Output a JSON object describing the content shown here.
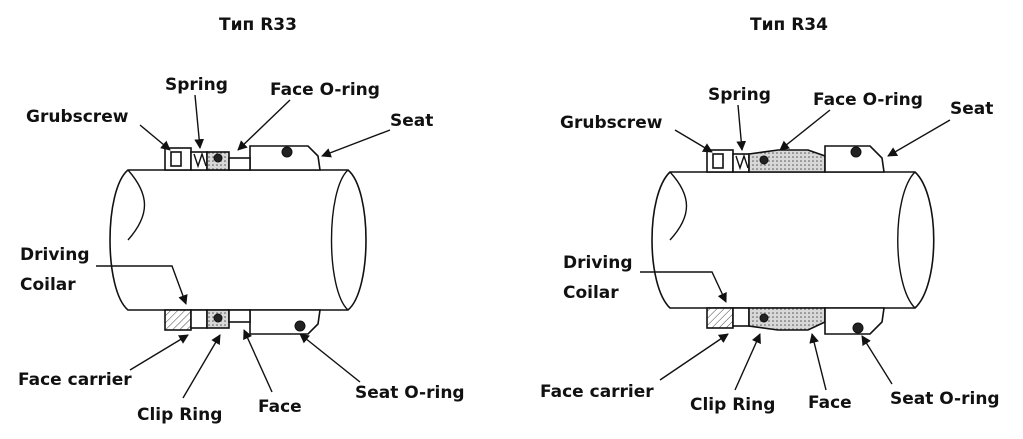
{
  "diagram_r33": {
    "title": "Тип R33",
    "labels": {
      "spring": "Spring",
      "face_oring": "Face O-ring",
      "grubscrew": "Grubscrew",
      "seat": "Seat",
      "driving": "Driving",
      "coilar": "Coilar",
      "face_carrier": "Face carrier",
      "clip_ring": "Clip Ring",
      "face": "Face",
      "seat_oring": "Seat O-ring"
    }
  },
  "diagram_r34": {
    "title": "Тип R34",
    "labels": {
      "spring": "Spring",
      "face_oring": "Face O-ring",
      "grubscrew": "Grubscrew",
      "seat": "Seat",
      "driving": "Driving",
      "coilar": "Coilar",
      "face_carrier": "Face carrier",
      "clip_ring": "Clip Ring",
      "face": "Face",
      "seat_oring": "Seat O-ring"
    }
  }
}
